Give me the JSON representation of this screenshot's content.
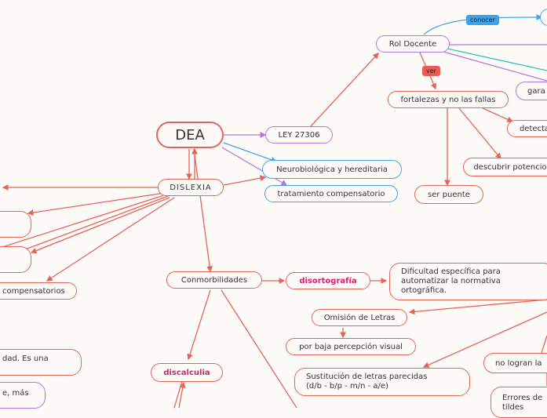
{
  "nodes": {
    "dea": "DEA",
    "ley": "LEY 27306",
    "neuro": "Neurobiológica y hereditaria",
    "tratamiento": "tratamiento compensatorio",
    "dislexia": "DISLEXIA",
    "rol_docente": "Rol Docente",
    "fortalezas": "fortalezas y no las fallas",
    "detecta": "detecta",
    "descubrir": "descubrir potencio",
    "ser_puente": "ser puente",
    "gara": "gara",
    "conmorbilidades": "Conmorbilidades",
    "disortografia": "disortografía",
    "dificultad": "Dificultad específica para automatizar la normativa ortográfica.",
    "omision": "Omisión de Letras",
    "baja_percepcion": "por baja percepción visual",
    "sustitucion_1": "Sustitución de letras parecidas",
    "sustitucion_2": "(d/b - b/p - m/n - a/e)",
    "no_logran": "no logran la",
    "errores_1": "Errores de",
    "errores_2": "tildes",
    "discalculia": "discalculia",
    "compensatorios": "compensatorios",
    "dad": "dad. Es una",
    "e_mas": "e, más"
  },
  "tags": {
    "conocer": "conocer",
    "ver": "ver"
  },
  "colors": {
    "red_line": "#e8625c",
    "purple_line": "#b475e0",
    "blue_line": "#4aa3e8",
    "teal_line": "#2ec4b6",
    "accent_pink": "#d6236a"
  }
}
